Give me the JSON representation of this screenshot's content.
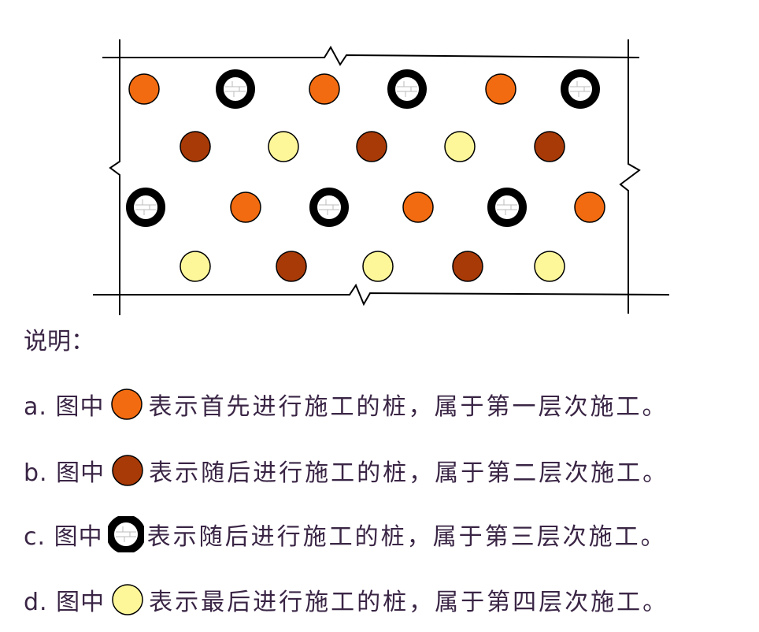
{
  "colors": {
    "first": "#f26b10",
    "second": "#a83a08",
    "third_ring": "#000000",
    "third_core": "#ffffff",
    "fourth": "#fdf79a",
    "text": "#3a2545"
  },
  "pile_rows": [
    [
      "first",
      "third",
      "first",
      "third",
      "first",
      "third"
    ],
    [
      "second",
      "fourth",
      "second",
      "fourth",
      "second"
    ],
    [
      "third",
      "first",
      "third",
      "first",
      "third",
      "first"
    ],
    [
      "fourth",
      "second",
      "fourth",
      "second",
      "fourth"
    ]
  ],
  "legend_title": "说明：",
  "legend": [
    {
      "prefix": "a. 图中",
      "type": "first",
      "text": "表示首先进行施工的桩，属于第一层次施工。"
    },
    {
      "prefix": "b. 图中",
      "type": "second",
      "text": "表示随后进行施工的桩，属于第二层次施工。"
    },
    {
      "prefix": "c. 图中",
      "type": "third",
      "text": "表示随后进行施工的桩，属于第三层次施工。"
    },
    {
      "prefix": "d. 图中",
      "type": "fourth",
      "text": "表示最后进行施工的桩，属于第四层次施工。"
    }
  ]
}
